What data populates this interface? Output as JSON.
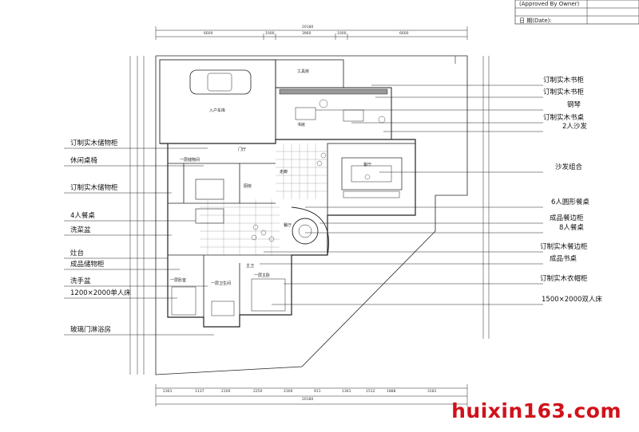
{
  "title_block": {
    "approved_by": "(Approved By Owner)",
    "date": "日 期(Date):"
  },
  "labels_left": [
    "订制实木储物柜",
    "休闲桌椅",
    "订制实木储物柜",
    "4人餐桌",
    "洗菜盆",
    "灶台",
    "成品储物柜",
    "洗手盆",
    "1200×2000单人床",
    "玻璃门淋浴房"
  ],
  "labels_right": [
    "订制实木书柜",
    "订制实木书柜",
    "钢琴",
    "订制实木书桌",
    "2人沙发",
    "沙发组合",
    "6人圆形餐桌",
    "成品餐边柜",
    "8人餐桌",
    "订制实木餐边柜",
    "成品书桌",
    "订制实木衣帽柜",
    "1500×2000双人床"
  ],
  "rooms": {
    "garage": "入户车库",
    "tools": "工具房",
    "study": "书房",
    "living": "客厅",
    "dining": "餐厅",
    "kitchen": "厨房",
    "bedroom1": "一层卧室",
    "bedroom2": "一层主卧",
    "bath1": "一层卫生间",
    "bath2": "主卫",
    "storage": "一层储物间",
    "hall": "门厅",
    "corridor": "走廊"
  },
  "dimensions": {
    "top_total": "20180",
    "top_parts": [
      "6600",
      "1000",
      "3960",
      "1000",
      "6600"
    ],
    "bottom_total": "20180",
    "bottom_parts": [
      "2361",
      "1137",
      "2100",
      "2250",
      "2300",
      "911",
      "1361",
      "1512",
      "1888",
      "3181"
    ]
  },
  "watermark": "huixin163.com"
}
